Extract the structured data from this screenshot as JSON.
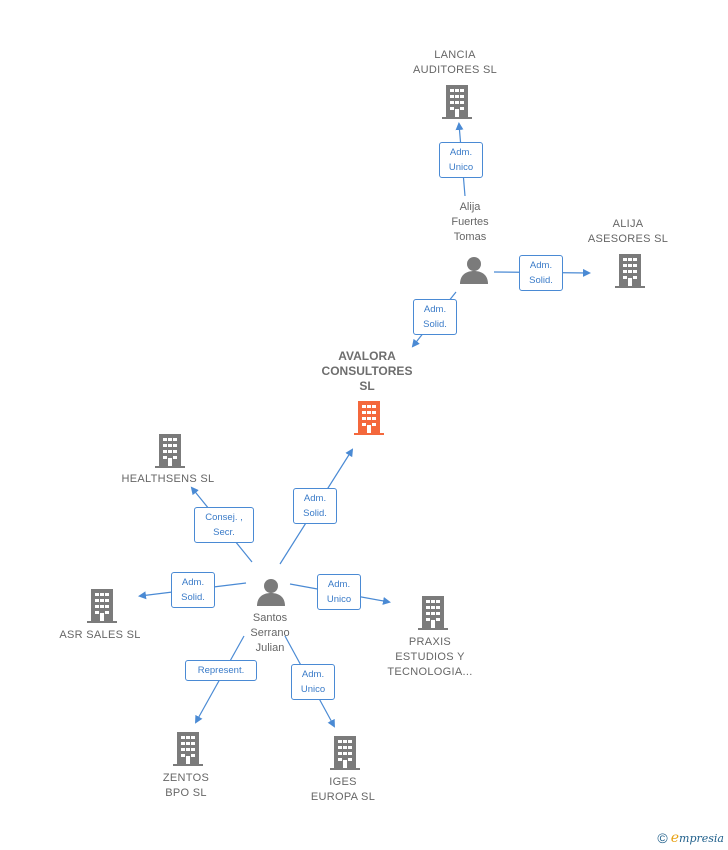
{
  "colors": {
    "building": "#7b7b7b",
    "main_building": "#f4683c",
    "person": "#7b7b7b",
    "edge": "#4a8ad4"
  },
  "nodes": {
    "lancia": {
      "label": "LANCIA\nAUDITORES SL",
      "icon": "building-icon"
    },
    "alija_person": {
      "label": "Alija\nFuertes\nTomas",
      "icon": "person-icon"
    },
    "alija_asesores": {
      "label": "ALIJA\nASESORES SL",
      "icon": "building-icon"
    },
    "avalora": {
      "label": "AVALORA\nCONSULTORES\nSL",
      "icon": "building-icon"
    },
    "healthsens": {
      "label": "HEALTHSENS SL",
      "icon": "building-icon"
    },
    "santos": {
      "label": "Santos\nSerrano\nJulian",
      "icon": "person-icon"
    },
    "asr": {
      "label": "ASR SALES SL",
      "icon": "building-icon"
    },
    "praxis": {
      "label": "PRAXIS\nESTUDIOS Y\nTECNOLOGIA...",
      "icon": "building-icon"
    },
    "zentos": {
      "label": "ZENTOS\nBPO  SL",
      "icon": "building-icon"
    },
    "iges": {
      "label": "IGES\nEUROPA  SL",
      "icon": "building-icon"
    }
  },
  "edges": {
    "e1": "Adm.\nUnico",
    "e2": "Adm.\nSolid.",
    "e3": "Adm.\nSolid.",
    "e4": "Adm.\nSolid.",
    "e5": "Consej. ,\nSecr.",
    "e6": "Adm.\nSolid.",
    "e7": "Adm.\nUnico",
    "e8": "Represent.",
    "e9": "Adm.\nUnico"
  },
  "footer": {
    "copyright": "©",
    "brand_initial": "e",
    "brand_rest": "mpresia"
  }
}
